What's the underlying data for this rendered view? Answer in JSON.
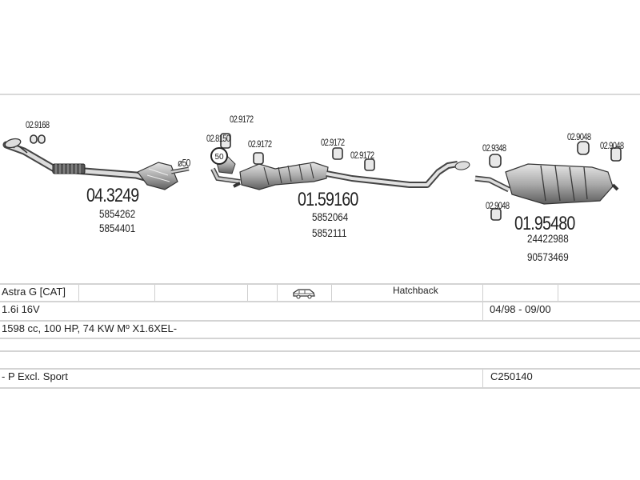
{
  "parts": [
    {
      "number": "04.3249",
      "oem": [
        "5854262",
        "5854401"
      ]
    },
    {
      "number": "01.59160",
      "oem": [
        "5852064",
        "5852111"
      ]
    },
    {
      "number": "01.95480",
      "oem": [
        "24422988",
        "90573469"
      ]
    }
  ],
  "accessories": {
    "a1": "02.9168",
    "a2": "02.9172",
    "a3": "02.8150",
    "a4": "02.9172",
    "a5": "02.9172",
    "a6": "02.9172",
    "a7": "02.9348",
    "a8": "02.9048",
    "a9": "02.9048",
    "a10": "02.9048"
  },
  "pipe_diameter": "ø50",
  "clamp_marker": "50",
  "vehicle": {
    "model": "Astra G  [CAT]",
    "body": "Hatchback",
    "engine": "1.6i 16V",
    "period": "04/98 - 09/00",
    "specs": "1598 cc, 100 HP, 74 KW Mº X1.6XEL-",
    "variant": "- P Excl. Sport",
    "code": "C250140"
  }
}
